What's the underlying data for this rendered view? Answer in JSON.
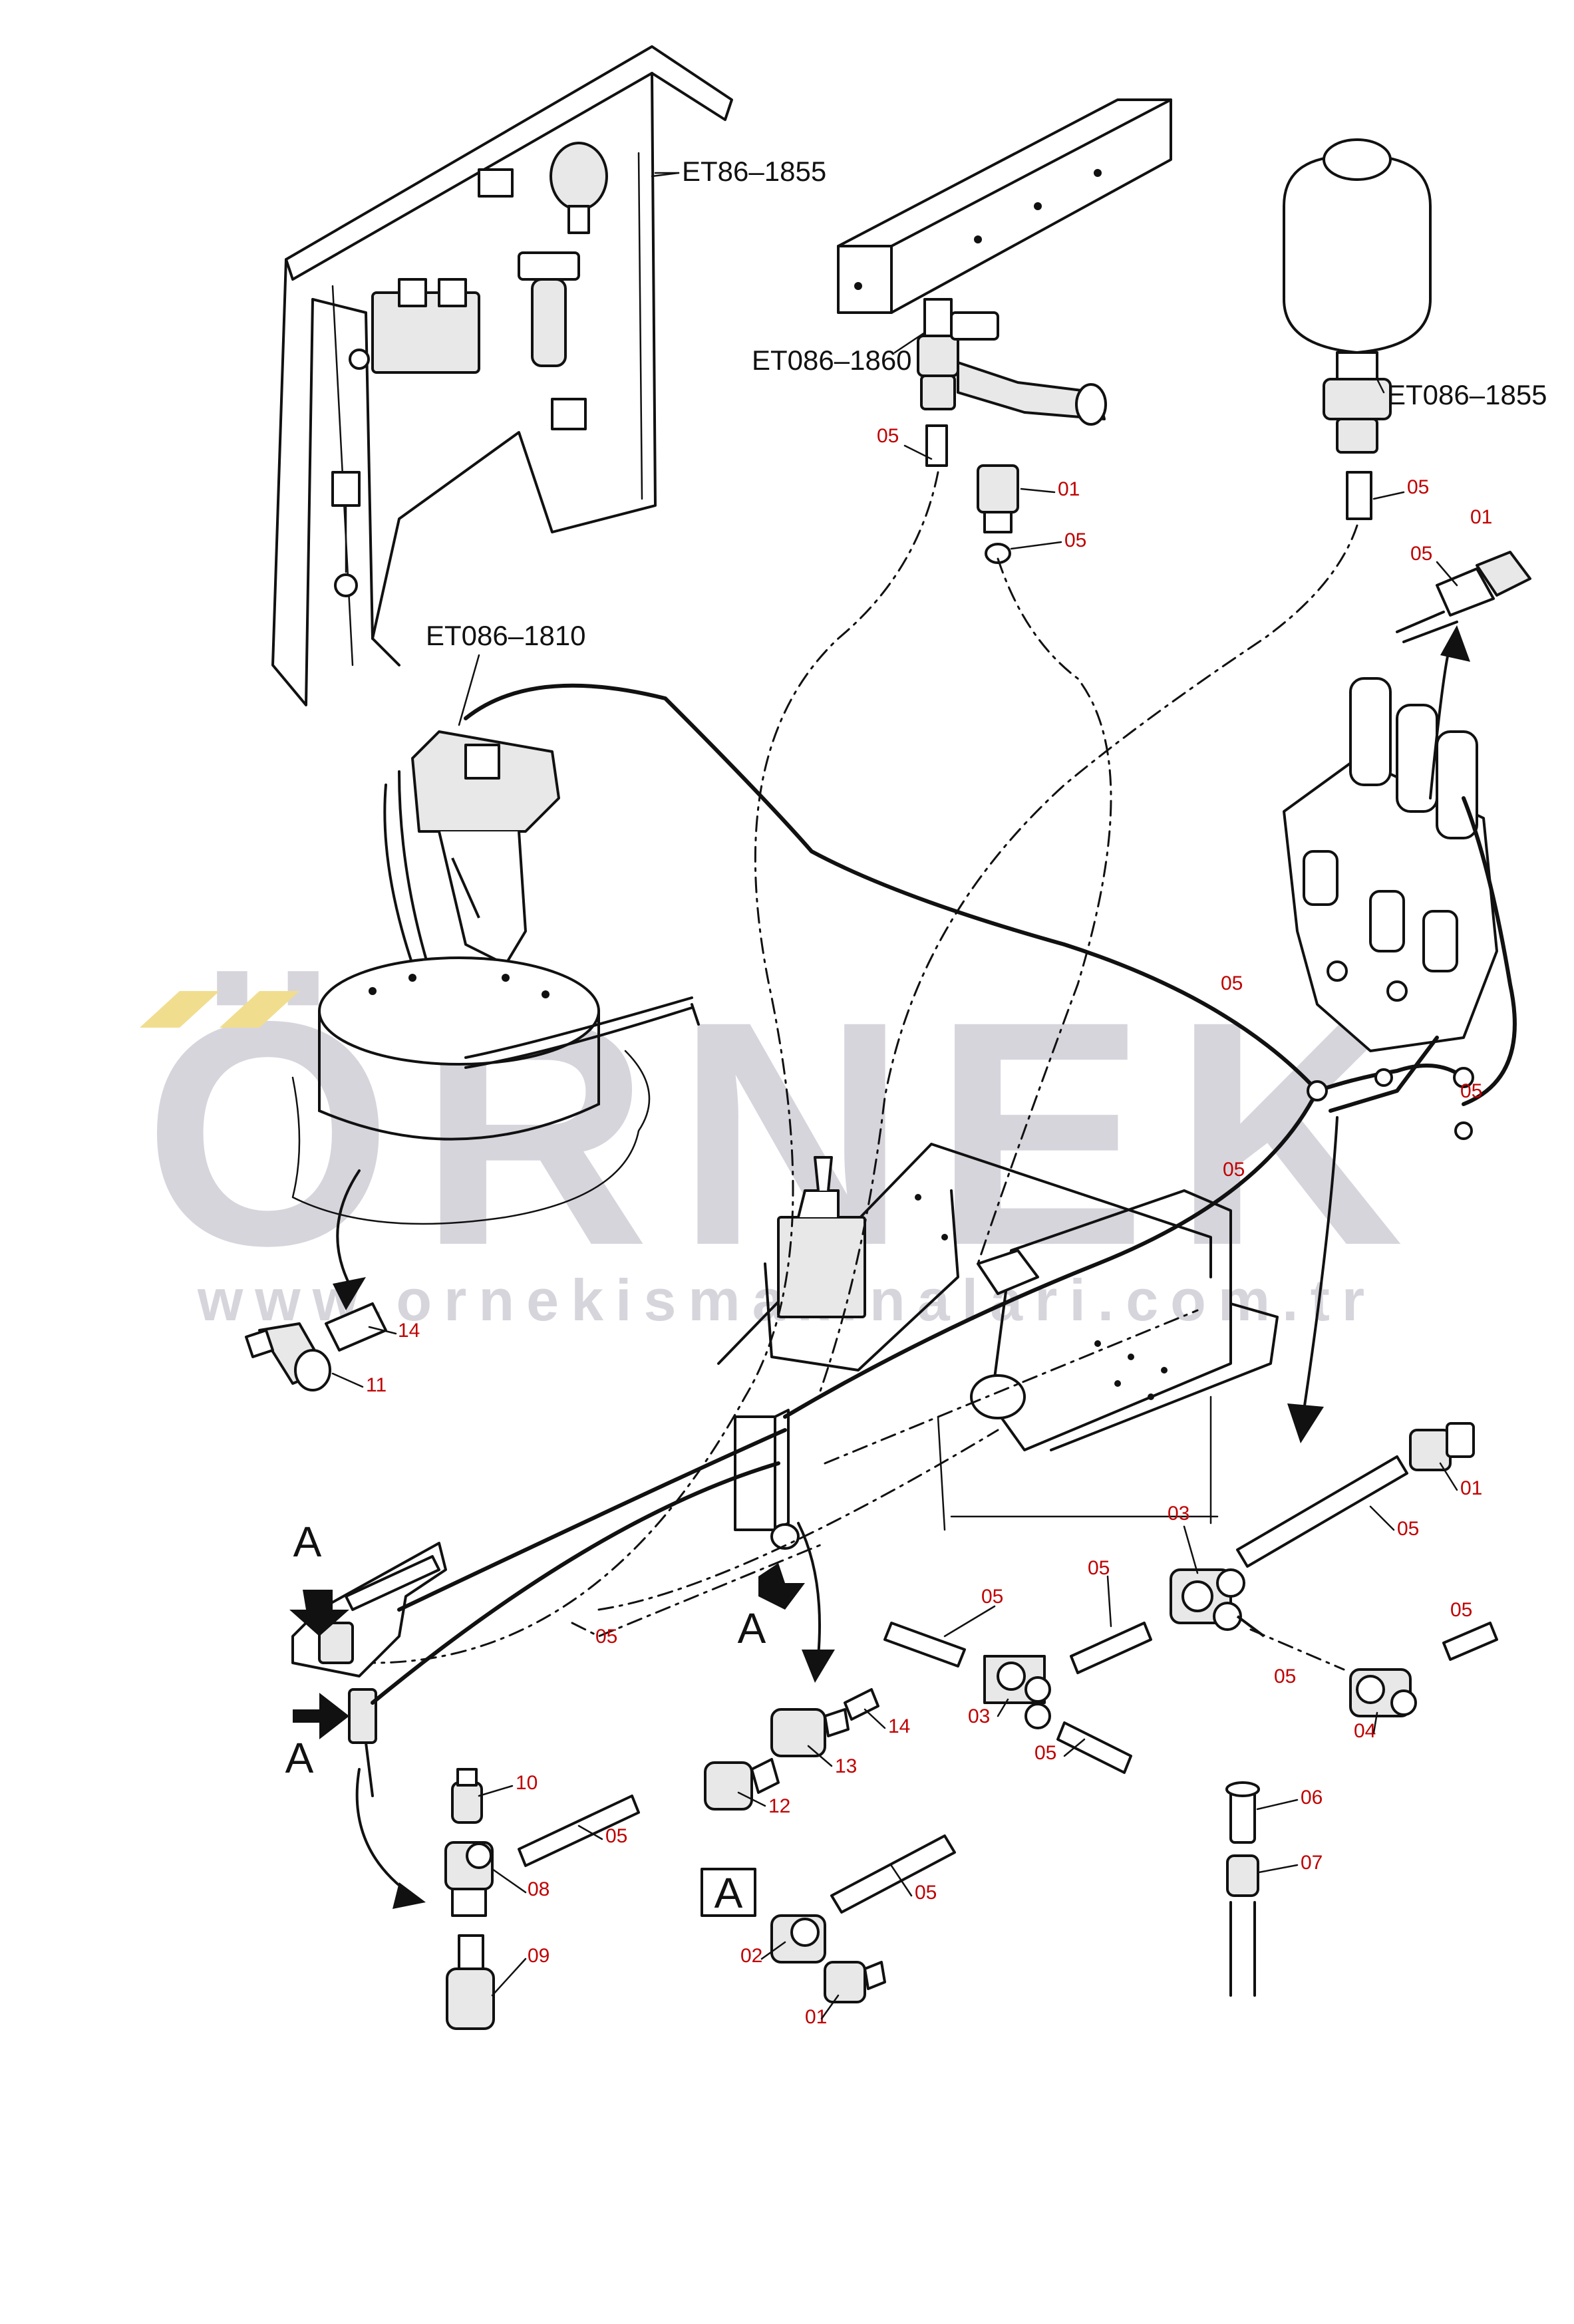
{
  "watermark": {
    "word": "ÖRNEK",
    "url": "www.ornekismakinalari.com.tr",
    "word_color": "#d7d5dc",
    "umlaut_color": "#f1dd8e"
  },
  "colors": {
    "line": "#111111",
    "part_number": "#c00000"
  },
  "reference_labels": {
    "top_left_bracket": "ET86–1855",
    "top_rail": "ET086–1860",
    "accumulator": "ET086–1855",
    "pilot_valve": "ET086–1810"
  },
  "view_markers": {
    "arrow_letter": "A",
    "detail_box": "A"
  },
  "part_numbers": {
    "p01_top_center": "01",
    "p01_top_right": "01",
    "p01_right": "01",
    "p01_detail": "01",
    "p02": "02",
    "p03_upper": "03",
    "p03_lower": "03",
    "p04": "04",
    "p05_top_center": "05",
    "p05_top_center_low": "05",
    "p05_accumulator": "05",
    "p05_top_right": "05",
    "p05_hose_upper": "05",
    "p05_hose_mid": "05",
    "p05_right_edge": "05",
    "p05_tube_right": "05",
    "p05_tube_center": "05",
    "p05_tube_left": "05",
    "p05_far_right": "05",
    "p05_dashed": "05",
    "p05_under_tee": "05",
    "p05_bottom": "05",
    "p05_bottom_left": "05",
    "p05_detail": "05",
    "p06": "06",
    "p07": "07",
    "p08": "08",
    "p09": "09",
    "p10": "10",
    "p11": "11",
    "p12": "12",
    "p13": "13",
    "p14_upper": "14",
    "p14_lower": "14"
  }
}
